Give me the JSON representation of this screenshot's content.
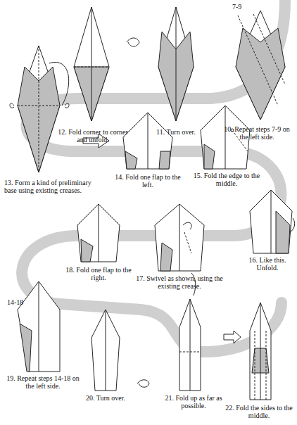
{
  "diagram": {
    "labels": [
      "12. Fold corner to corner and unfold.",
      "11. Turn over.",
      "10. Repeat steps 7-9 on the left side.",
      "7-9",
      "13. Form a kind of preliminary base using existing creases.",
      "14. Fold one flap to the left.",
      "15. Fold the edge to the middle.",
      "16. Like this. Unfold.",
      "17. Swivel as shown, using the existing crease.",
      "18. Fold one flap to the right.",
      "14-18",
      "19. Repeat steps 14-18 on the left side.",
      "20. Turn over.",
      "21. Fold up as far as possible.",
      "22. Fold the sides to the middle."
    ]
  }
}
